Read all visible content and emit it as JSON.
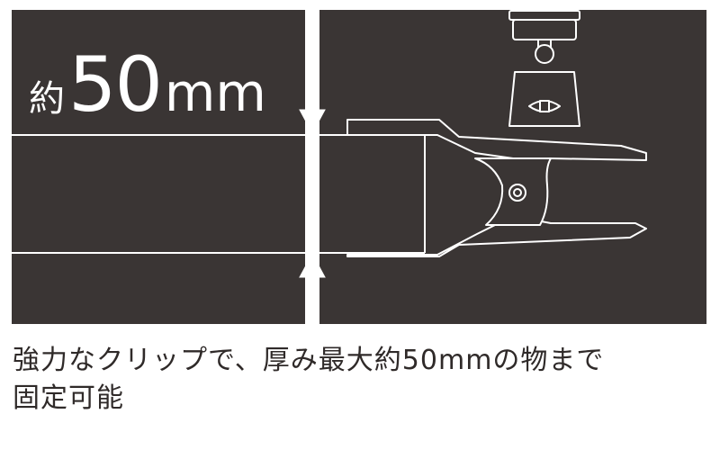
{
  "measurement": {
    "prefix": "約",
    "value": "50",
    "unit": "mm"
  },
  "caption": {
    "line1": "強力なクリップで、厚み最大約50mmの物まで",
    "line2": "固定可能"
  },
  "colors": {
    "background_dark": "#3a3534",
    "stroke_light": "#ffffff",
    "caption_text": "#2f2a29"
  },
  "icons": [
    "arrow-down-icon",
    "arrow-up-icon",
    "clip-icon"
  ]
}
